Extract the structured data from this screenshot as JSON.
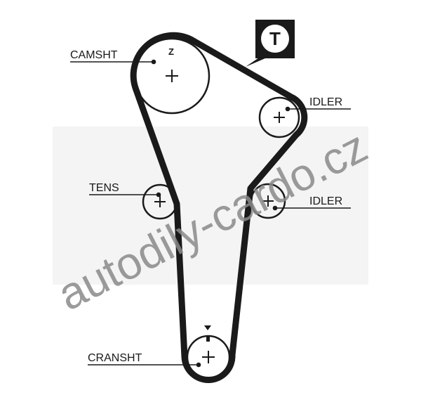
{
  "labels": {
    "camshaft": "CAMSHT",
    "idler_top": "IDLER",
    "tensioner": "TENS",
    "idler_bottom": "IDLER",
    "crankshaft": "CRANSHT"
  },
  "camshaft_mark": "Z",
  "tension_badge": "T",
  "watermark": "autodily-cardo.cz",
  "colors": {
    "belt": "#1a1a1a",
    "watermark": "#8a8a8a"
  }
}
